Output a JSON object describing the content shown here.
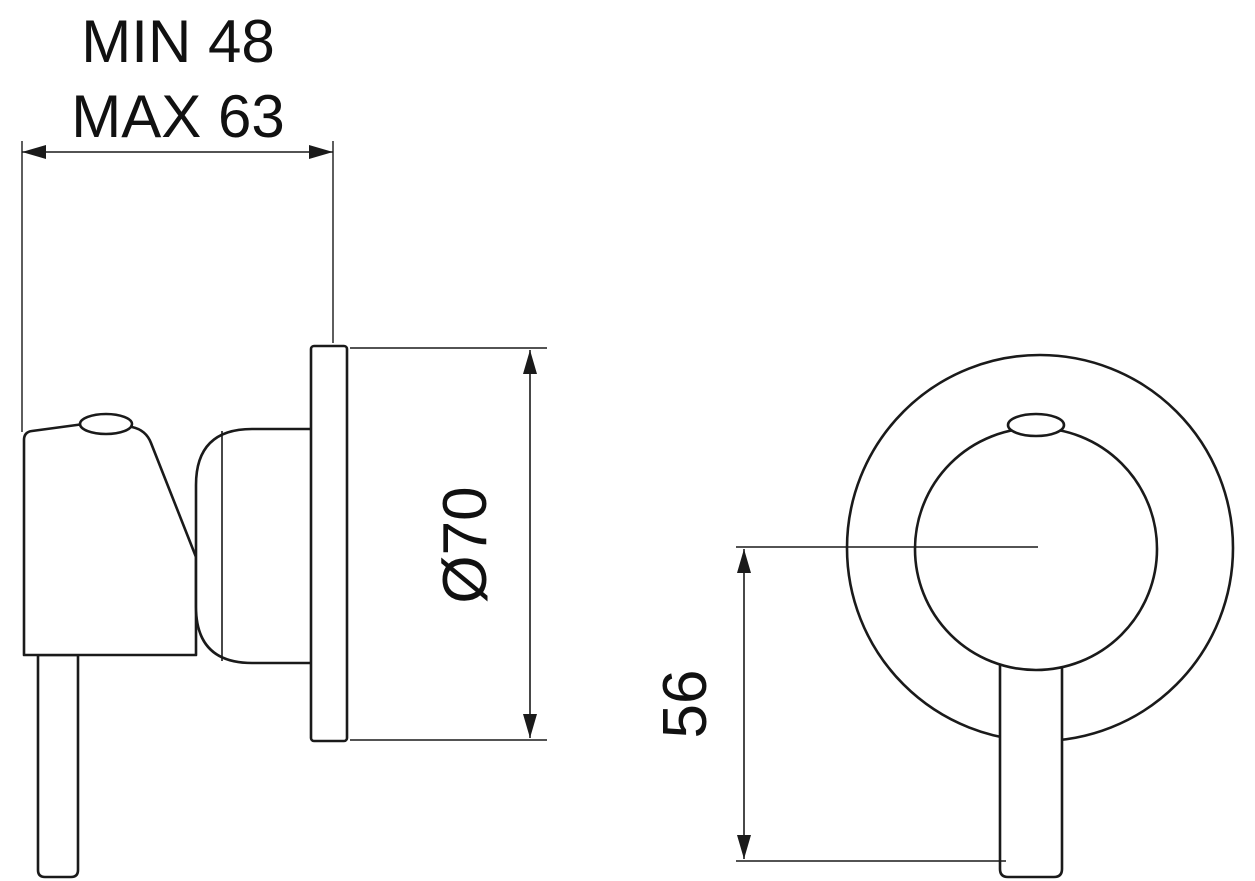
{
  "drawing": {
    "background_color": "#ffffff",
    "line_color": "#1a1a1a",
    "labels": {
      "depth_min": "MIN 48",
      "depth_max": "MAX 63",
      "plate_diameter": "Ø70",
      "handle_drop": "56"
    },
    "dimension_values": {
      "depth_min_mm": 48,
      "depth_max_mm": 63,
      "plate_diameter_mm": 70,
      "handle_drop_mm": 56
    }
  }
}
